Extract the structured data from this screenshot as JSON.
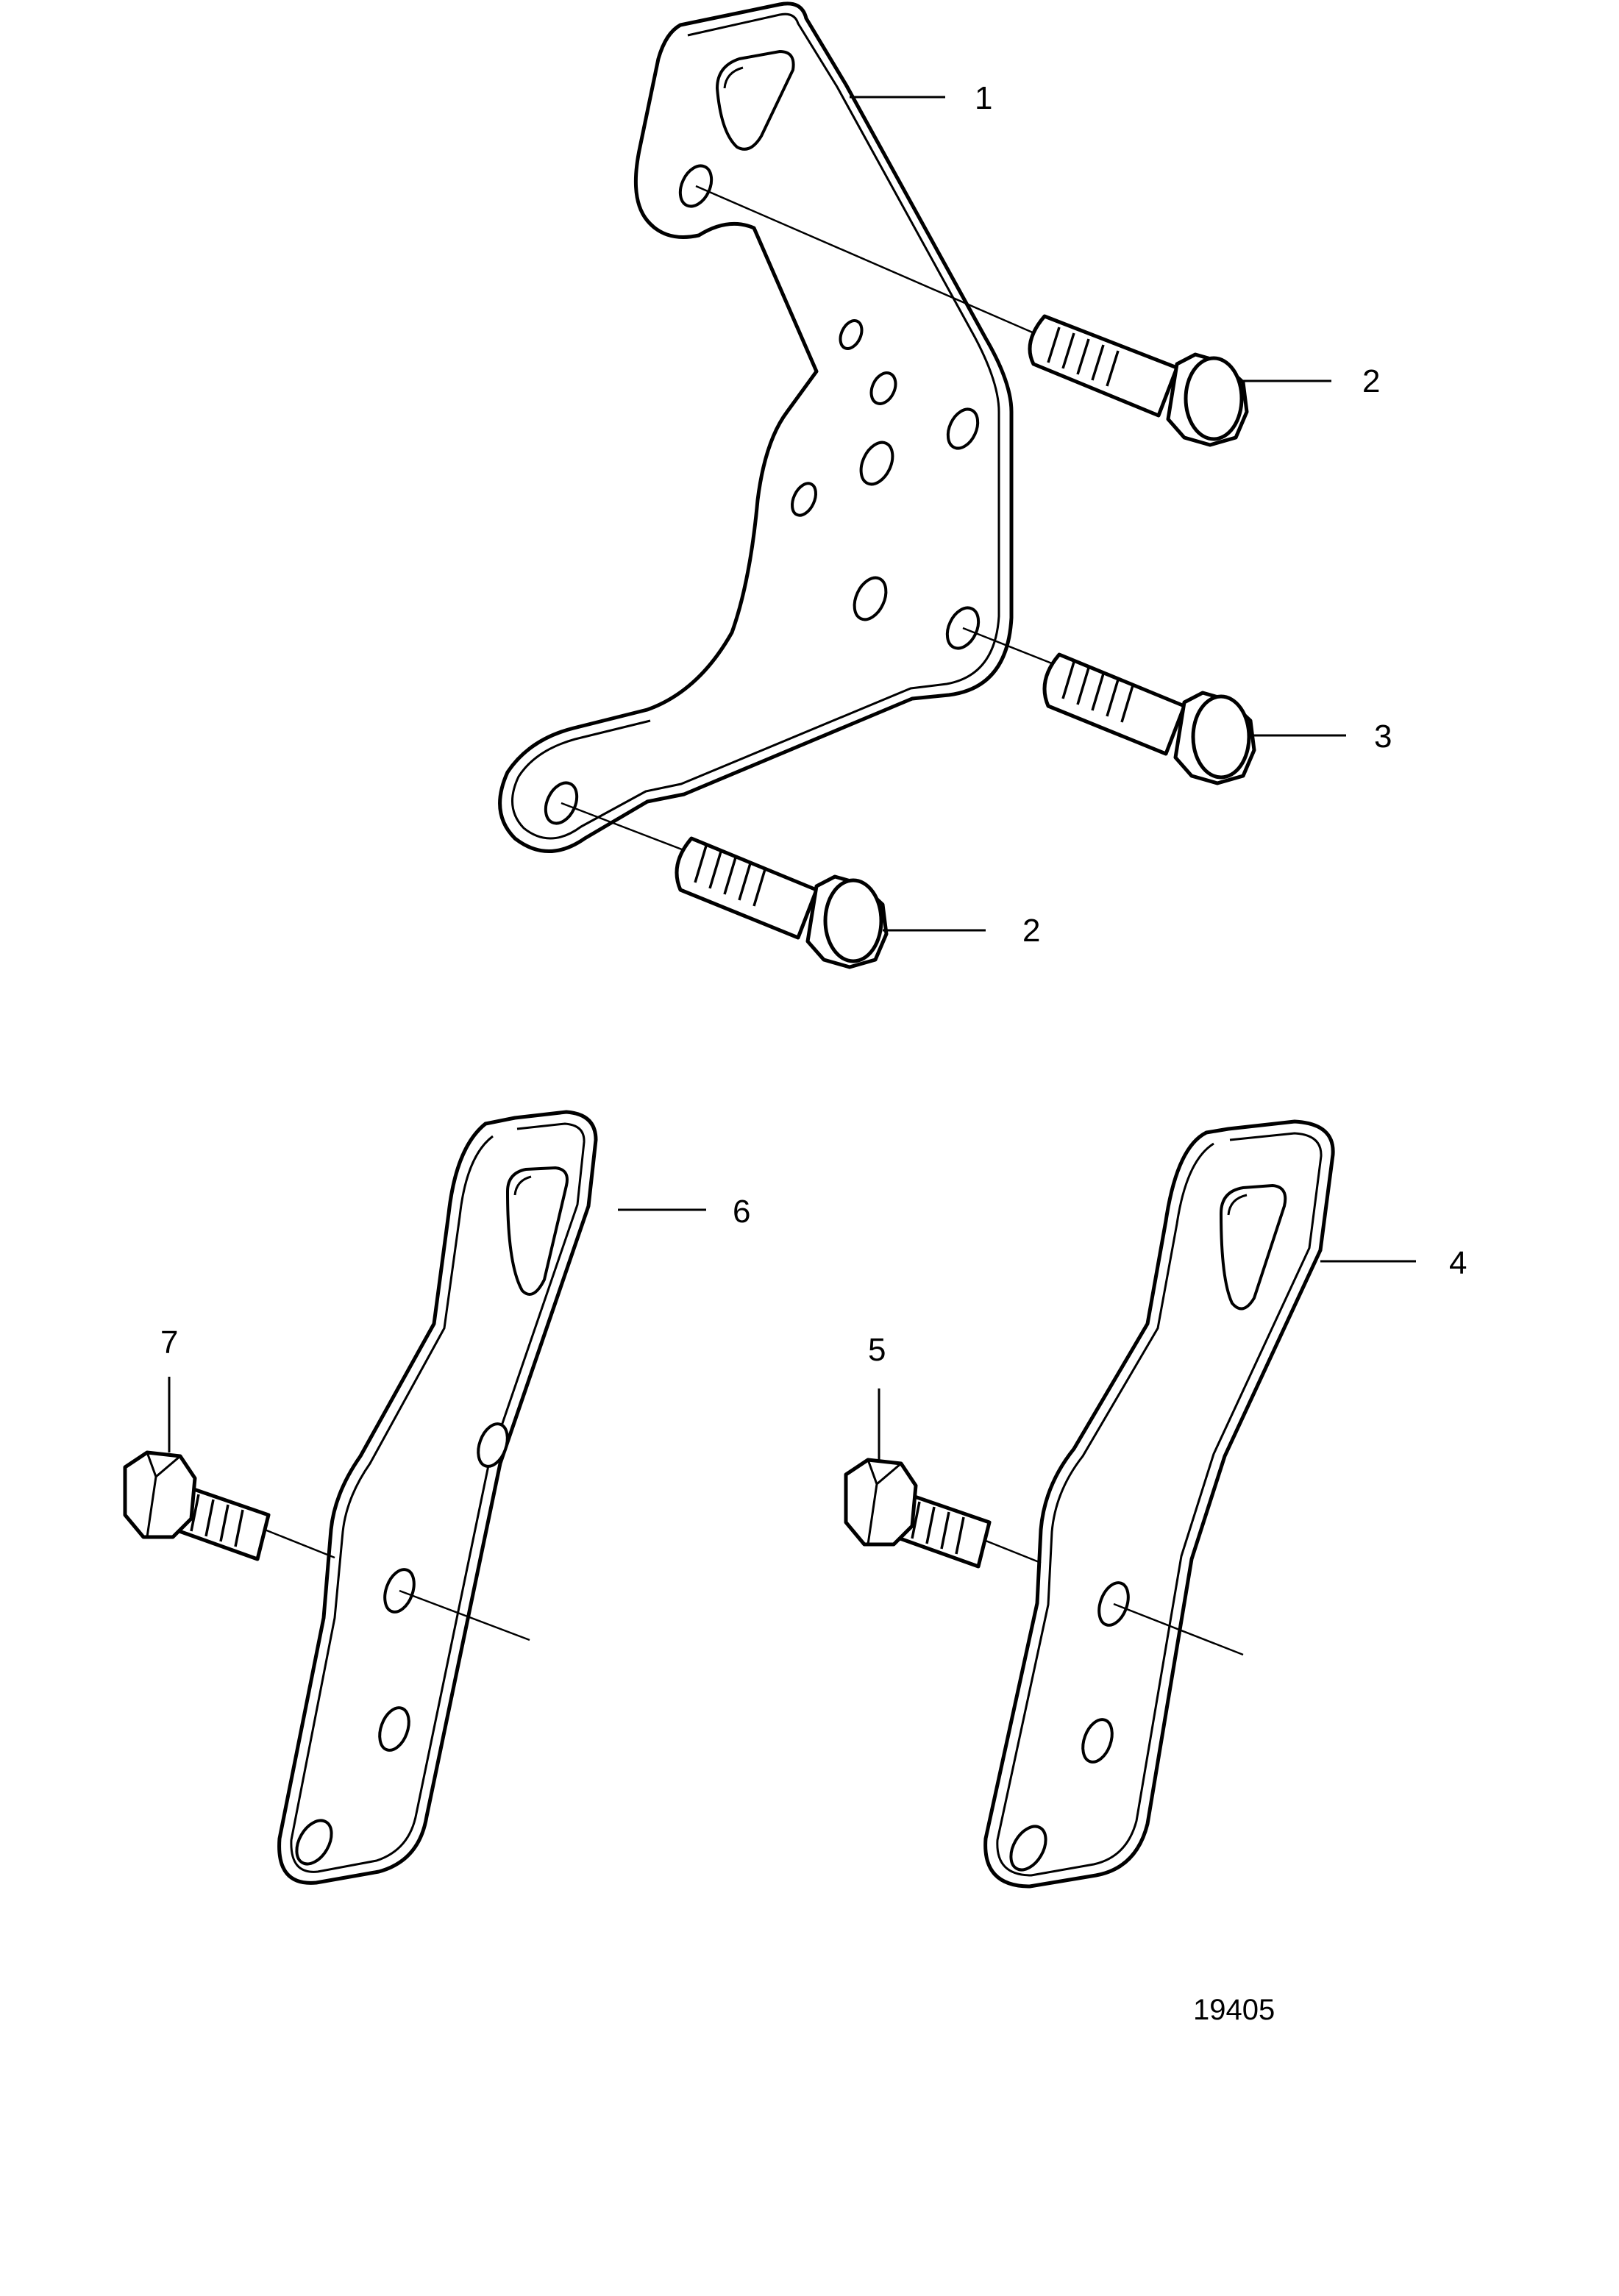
{
  "callouts": {
    "c1": "1",
    "c2a": "2",
    "c3": "3",
    "c2b": "2",
    "c6": "6",
    "c4": "4",
    "c7": "7",
    "c5": "5"
  },
  "figure_number": "19405"
}
